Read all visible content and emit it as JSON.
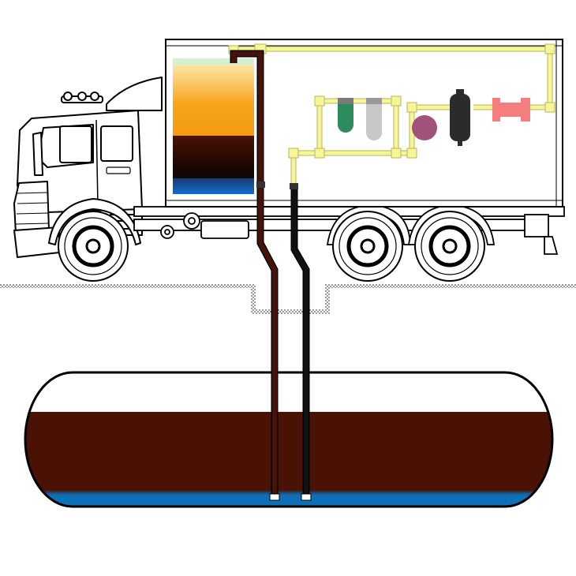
{
  "colors": {
    "oil": "#4a1204",
    "water": "#0a6fb8",
    "pipe_yellow": "#f6f59a",
    "pipe_dark": "#111111",
    "tank_green": "#2e8b5e",
    "tank_grey": "#c4c4c4",
    "pump_purple": "#a0527a",
    "receiver_black": "#2b2b2b",
    "heater_pink": "#f47e7e",
    "gradient_top": "#fde4a0",
    "gradient_mid": "#f7a51c",
    "line": "#000000",
    "ground_dots": "#555555"
  },
  "diagram": {
    "truck": {
      "label": ""
    },
    "sample_tank": {
      "layers": [
        "air",
        "separated-product",
        "oil",
        "water"
      ]
    },
    "underground_tank": {
      "layers": [
        "air",
        "oil",
        "water"
      ]
    },
    "equipment": [
      "filter-green",
      "filter-grey",
      "pump",
      "air-receiver",
      "heater"
    ],
    "pipes": [
      "suction-pipe",
      "return-pipe",
      "air-line"
    ]
  }
}
